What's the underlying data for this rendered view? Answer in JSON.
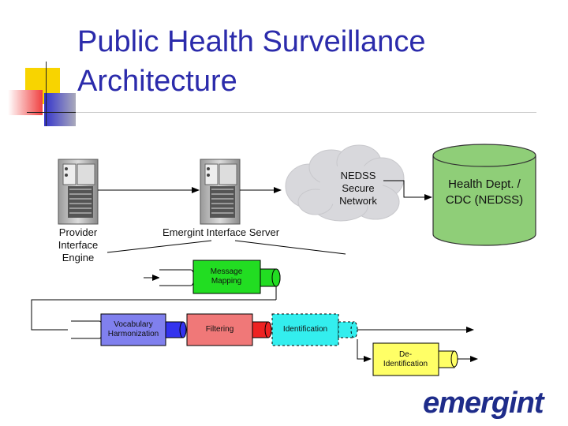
{
  "slide": {
    "title": "Public Health Surveillance Architecture"
  },
  "diagram": {
    "nodes": {
      "provider_engine": "Provider Interface Engine",
      "interface_server": "Emergint Interface Server",
      "network": "NEDSS Secure Network",
      "health_dept": "Health Dept. / CDC (NEDSS)"
    },
    "pipeline": {
      "message_mapping": "Message Mapping",
      "vocabulary_harmonization": "Vocabulary Harmonization",
      "filtering": "Filtering",
      "identification": "Identification",
      "de_identification": "De-Identification"
    }
  },
  "logo": {
    "text": "emergint"
  },
  "colors": {
    "title": "#2b2bab",
    "database": "#8fce78",
    "message_mapping": "#22dd22",
    "vocabulary": "#8080ee",
    "filtering": "#f07878",
    "identification": "#33eeee",
    "de_identification": "#ffff66",
    "logo": "#1e2c8a"
  }
}
